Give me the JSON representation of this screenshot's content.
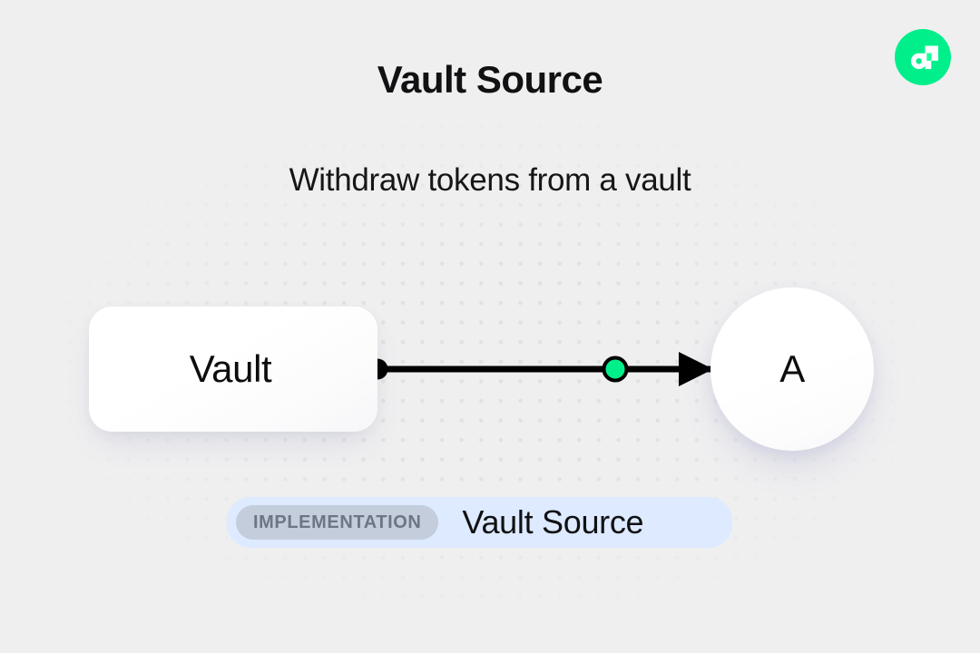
{
  "header": {
    "title": "Vault Source",
    "subtitle": "Withdraw tokens from a vault"
  },
  "brand": {
    "logo_name": "flow-logo",
    "logo_bg_color": "#00ef8b",
    "logo_mark_color": "#ffffff",
    "logo_mark_accent_color": "#16ff99"
  },
  "diagram": {
    "background_color": "#efeff0",
    "dot_color": "#e1e1e3",
    "nodes": [
      {
        "id": "vault",
        "label": "Vault",
        "shape": "rounded-rect"
      },
      {
        "id": "a",
        "label": "A",
        "shape": "circle"
      }
    ],
    "edge": {
      "source_handle_color": "#000000",
      "midpoint_marker_color": "#00ef8b",
      "midpoint_marker_border_color": "#000000",
      "line_color": "#000000",
      "arrow_color": "#000000"
    }
  },
  "badge": {
    "tag": "IMPLEMENTATION",
    "value": "Vault Source",
    "container_color": "#ddeaff",
    "tag_bg_color": "#c3cddc",
    "tag_text_color": "#6d7683"
  }
}
